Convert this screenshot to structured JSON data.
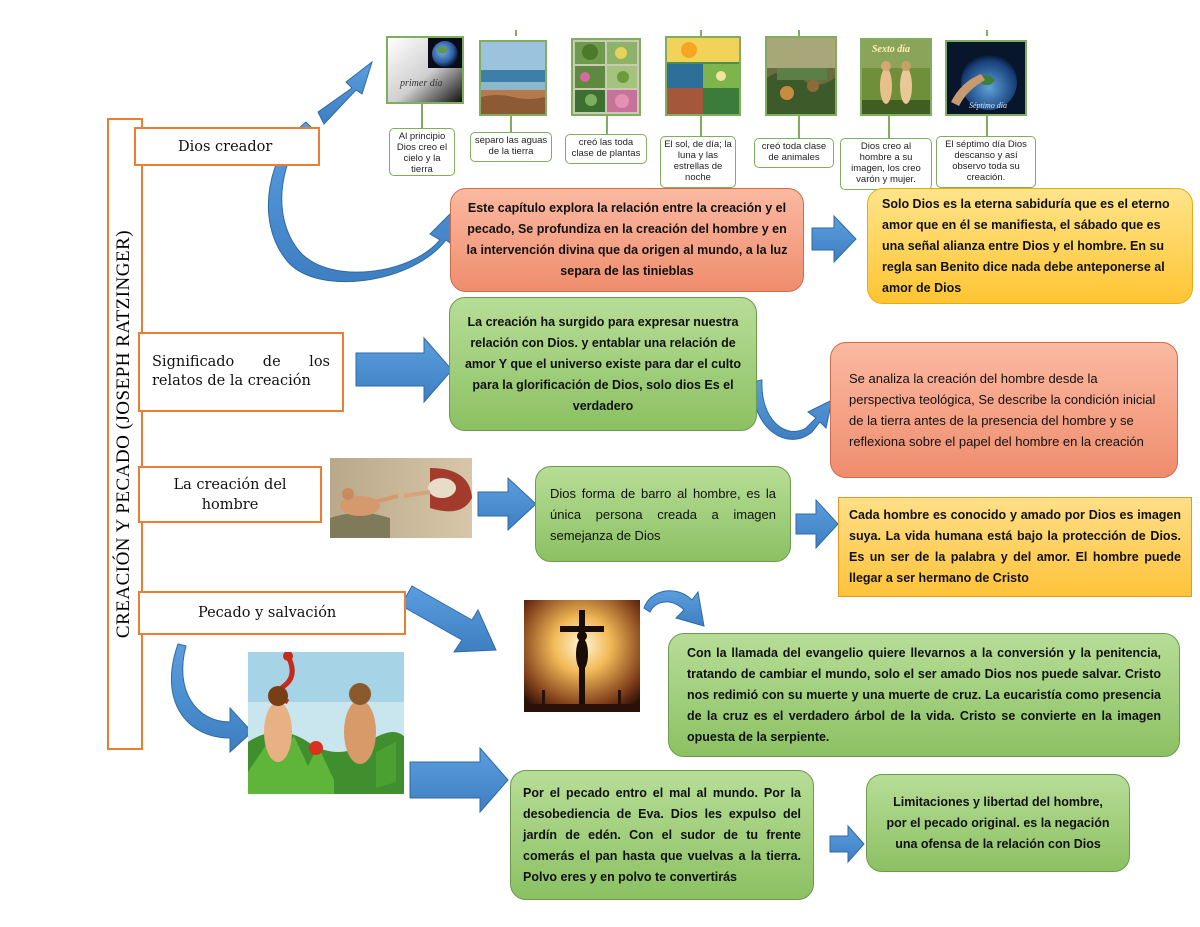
{
  "title": "CREACIÓN Y PECADO (JOSEPH RATZINGER)",
  "topics": {
    "dios_creador": "Dios creador",
    "significado": "Significado de los relatos de la creación",
    "creacion_hombre": "La creación del hombre",
    "pecado": "Pecado y salvación"
  },
  "days": {
    "d1": {
      "overlay": "primer día",
      "caption": "Al principio Dios creo el cielo y la tierra"
    },
    "d2": {
      "caption": "separo las aguas de la tierra"
    },
    "d3": {
      "caption": "creó las toda clase de plantas"
    },
    "d4": {
      "caption": "El sol, de día; la luna y las estrellas de noche"
    },
    "d5": {
      "caption": "creó toda clase de animales"
    },
    "d6": {
      "overlay": "Sexto día",
      "caption": "Dios creo al hombre a su imagen, los creo varón y mujer."
    },
    "d7": {
      "overlay": "Séptimo día",
      "caption": "El séptimo día Dios descanso y así observo toda su creación."
    }
  },
  "boxes": {
    "capitulo": "Este capítulo explora la relación entre la creación y el pecado, Se profundiza en la creación del hombre y en la intervención divina que da origen al mundo, a la luz separa de las tinieblas",
    "sabiduria": "Solo Dios es la eterna sabiduría que es el eterno amor que en él se manifiesta, el sábado que es una señal alianza entre Dios y el hombre. En su regla san Benito dice nada debe anteponerse al amor de Dios",
    "creacion_surgido": "La creación ha surgido para expresar nuestra relación con Dios. y entablar una relación de amor Y que el universo existe para dar el culto para la glorificación de Dios, solo dios Es el verdadero",
    "analiza": "Se analiza la creación del hombre desde la perspectiva teológica, Se describe la condición inicial de la tierra antes de la presencia del hombre y se reflexiona sobre el papel del hombre en la creación",
    "barro": "Dios forma de barro al hombre, es la única persona creada a imagen semejanza de Dios",
    "cada_hombre": "Cada hombre es conocido y amado por Dios es imagen suya. La vida humana está bajo la protección de Dios. Es un ser de la palabra y del amor. El hombre puede llegar a ser hermano de Cristo",
    "llamada": "Con la llamada del evangelio quiere llevarnos a la conversión y la penitencia, tratando de cambiar el mundo, solo el ser amado Dios nos puede salvar. Cristo nos redimió con su muerte y una muerte de cruz. La eucaristía como presencia de la cruz es el verdadero árbol de la vida. Cristo se convierte en la imagen opuesta de la serpiente.",
    "pecado_mal": "Por el pecado entro el mal al mundo. Por la desobediencia de Eva. Dios les expulso del jardín de edén. Con el sudor de tu frente comerás el pan hasta que vuelvas a la tierra. Polvo eres y en polvo te convertirás",
    "limitaciones": "Limitaciones y libertad del hombre, por el pecado original. es la negación una ofensa de la relación con Dios"
  },
  "colors": {
    "orange_border": "#ed7d31",
    "arrow_blue": "#4a8fd0",
    "green_box": "#9dcb73",
    "salmon_box": "#f4a080",
    "yellow_box": "#fecb40"
  }
}
